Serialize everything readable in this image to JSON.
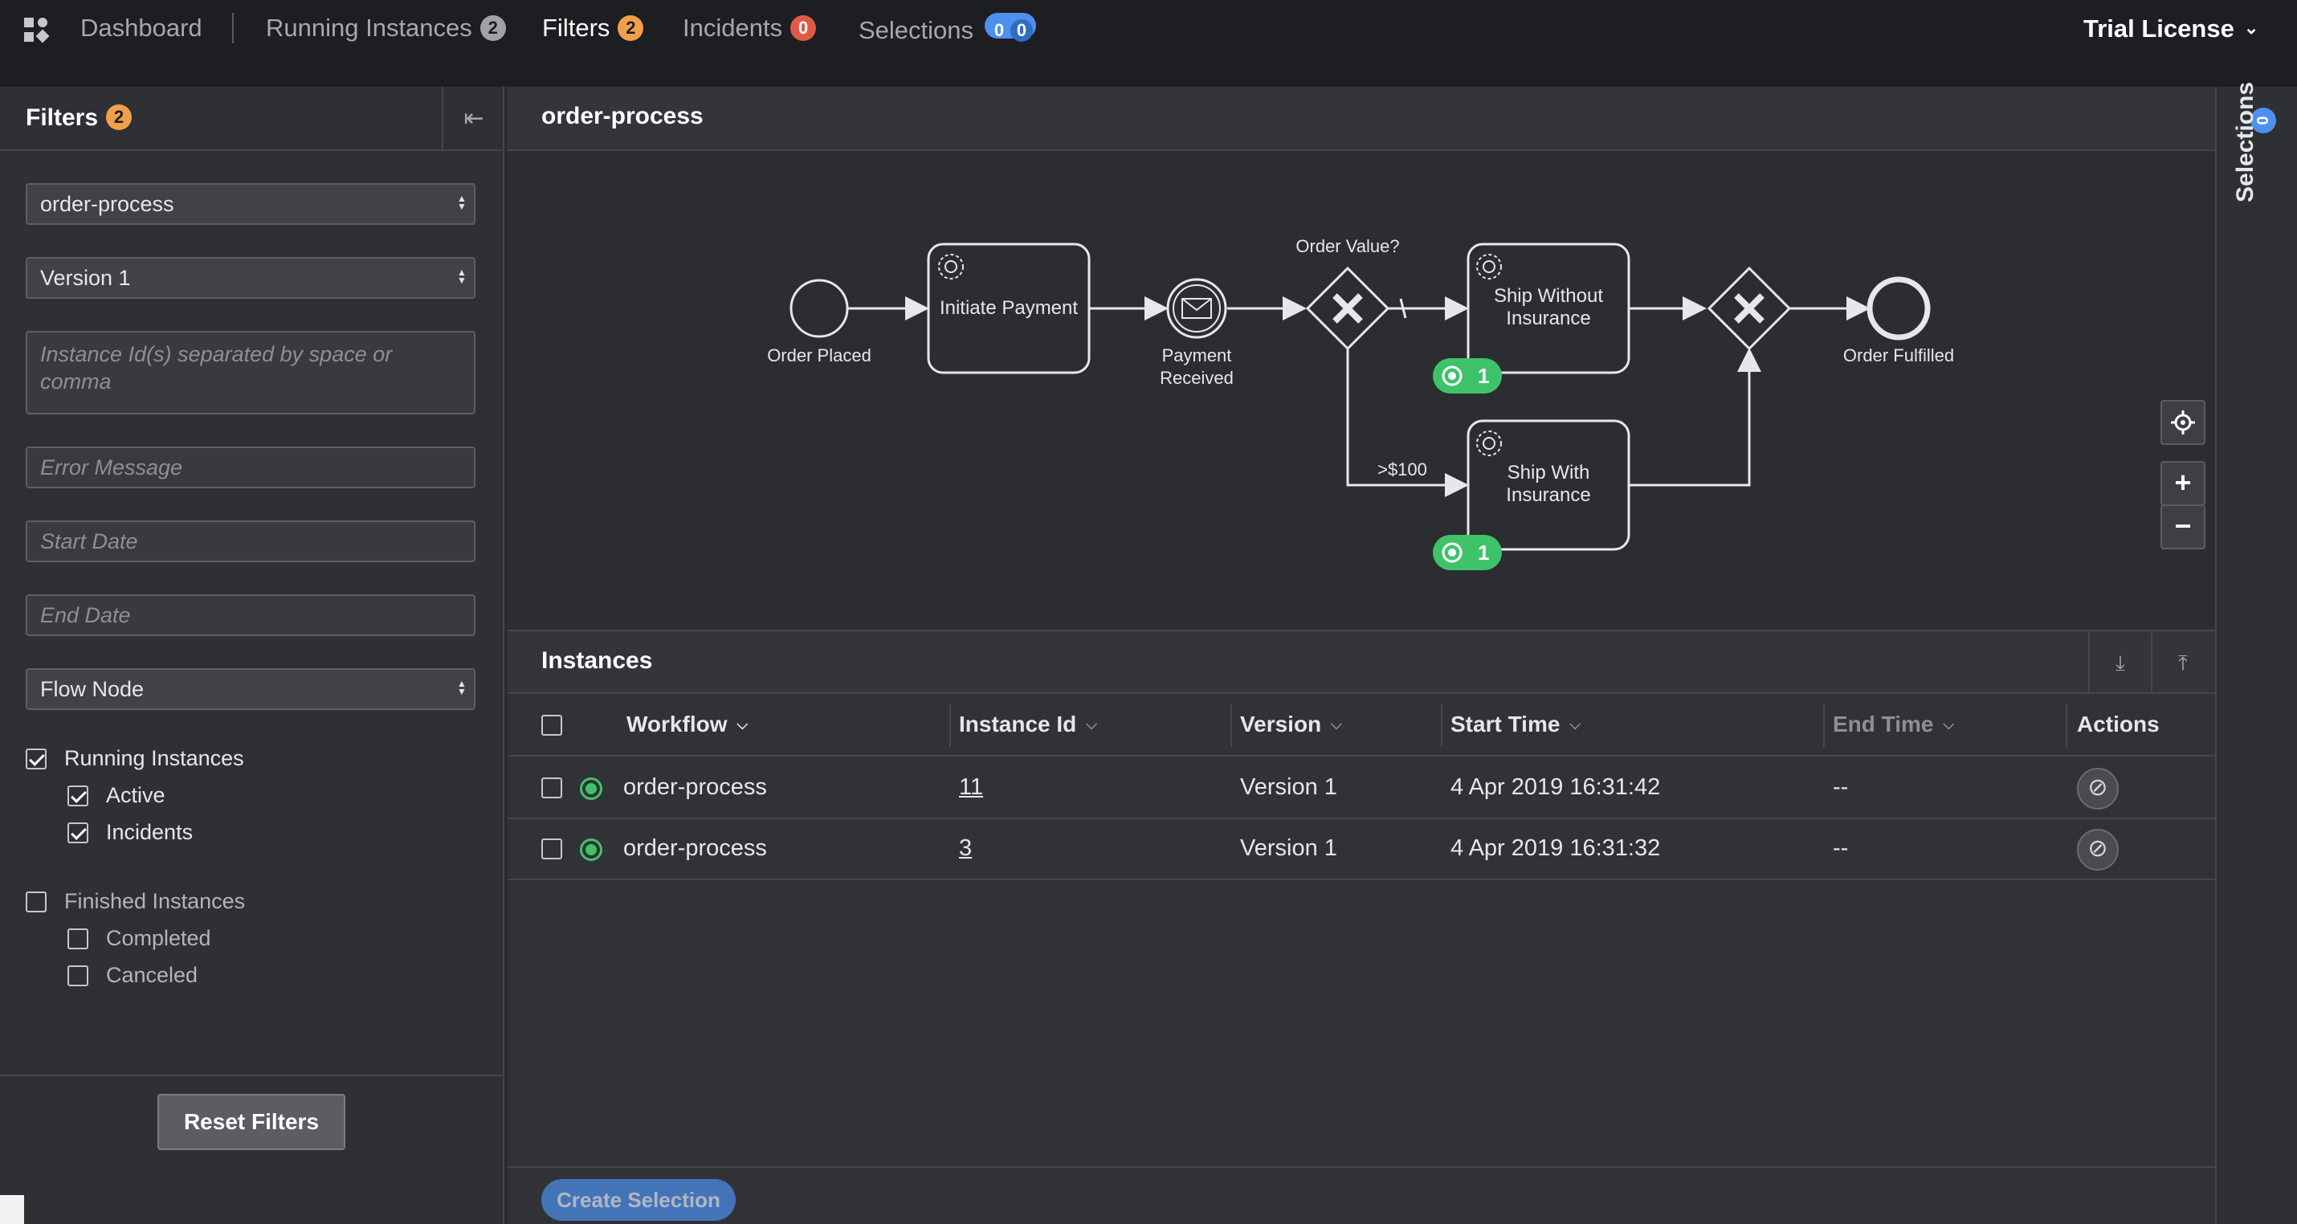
{
  "header": {
    "dashboard": "Dashboard",
    "running_instances": "Running Instances",
    "running_instances_count": "2",
    "filters": "Filters",
    "filters_count": "2",
    "incidents": "Incidents",
    "incidents_count": "0",
    "selections": "Selections",
    "selections_count_a": "0",
    "selections_count_b": "0",
    "license": "Trial License"
  },
  "filters": {
    "title": "Filters",
    "count": "2",
    "workflow_select": "order-process",
    "version_select": "Version 1",
    "instance_ids_placeholder": "Instance Id(s) separated by space or comma",
    "error_message_placeholder": "Error Message",
    "start_date_placeholder": "Start Date",
    "end_date_placeholder": "End Date",
    "flow_node_select": "Flow Node",
    "running_instances": "Running Instances",
    "active": "Active",
    "incidents": "Incidents",
    "finished_instances": "Finished Instances",
    "completed": "Completed",
    "canceled": "Canceled",
    "reset_button": "Reset Filters"
  },
  "diagram": {
    "title": "order-process",
    "nodes": {
      "order_placed": "Order Placed",
      "initiate_payment": "Initiate Payment",
      "payment_received_1": "Payment",
      "payment_received_2": "Received",
      "order_value": "Order Value?",
      "ship_without_1": "Ship Without",
      "ship_without_2": "Insurance",
      "ship_with_1": "Ship With",
      "ship_with_2": "Insurance",
      "order_fulfilled": "Order Fulfilled",
      "condition": ">$100"
    },
    "active_badge_ship_without": "1",
    "active_badge_ship_with": "1"
  },
  "instances": {
    "title": "Instances",
    "columns": {
      "workflow": "Workflow",
      "instance_id": "Instance Id",
      "version": "Version",
      "start_time": "Start Time",
      "end_time": "End Time",
      "actions": "Actions"
    },
    "rows": [
      {
        "workflow": "order-process",
        "instance_id": "11",
        "version": "Version 1",
        "start_time": "4 Apr 2019 16:31:42",
        "end_time": "--"
      },
      {
        "workflow": "order-process",
        "instance_id": "3",
        "version": "Version 1",
        "start_time": "4 Apr 2019 16:31:32",
        "end_time": "--"
      }
    ],
    "create_selection": "Create Selection"
  },
  "right_panel": {
    "label": "Selections",
    "count": "0"
  },
  "colors": {
    "accent_blue": "#4d90f0",
    "badge_orange": "#f0a04b",
    "incident_red": "#e05a47",
    "active_green": "#3fc36a"
  }
}
